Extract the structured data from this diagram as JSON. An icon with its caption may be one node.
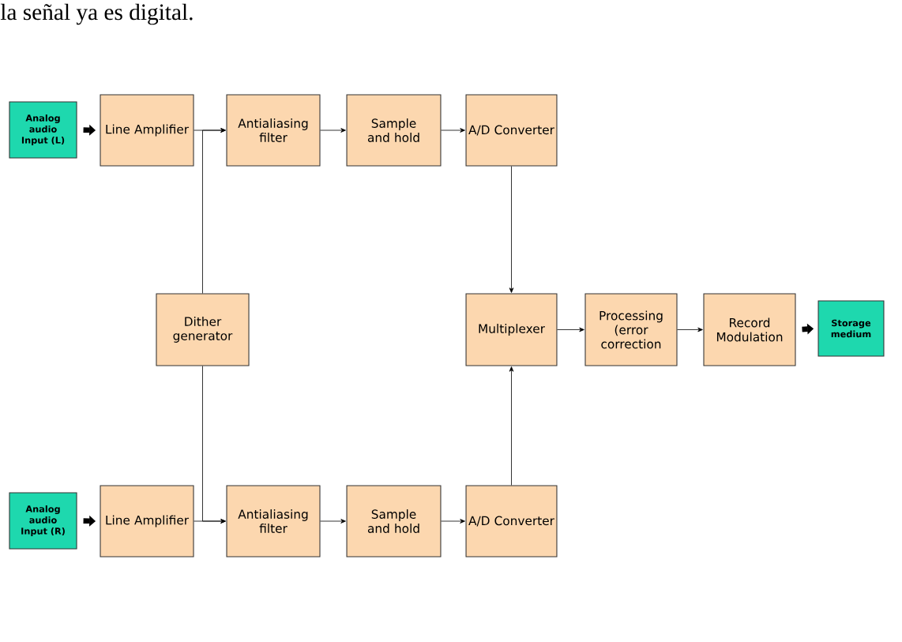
{
  "diagram": {
    "nodes": [
      {
        "text": [
          "Analog audio Input (L)"
        ]
      },
      {
        "text": [
          "Line Amplifier"
        ]
      },
      {
        "text": [
          "Antialiasing filter"
        ]
      },
      {
        "text": [
          "Sample and hold"
        ]
      },
      {
        "text": [
          "A/D Converter"
        ]
      },
      {
        "text": [
          "Dither generator"
        ]
      },
      {
        "text": [
          "Multiplexer"
        ]
      },
      {
        "text": [
          "Processing (error correction"
        ]
      },
      {
        "text": [
          "Record Modulation"
        ]
      },
      {
        "text": [
          "Storage medium"
        ]
      },
      {
        "text": [
          "Analog audio Input (R)"
        ]
      },
      {
        "text": [
          "Line Amplifier"
        ]
      },
      {
        "text": [
          "Antialiasing filter"
        ]
      },
      {
        "text": [
          "Sample and hold"
        ]
      },
      {
        "text": [
          "A/D Converter"
        ]
      }
    ],
    "edges": [
      {
        "from": 0,
        "to": 1,
        "arrow": "to",
        "style": "thick"
      },
      {
        "from": 1,
        "to": 2,
        "arrow": "to"
      },
      {
        "from": 5,
        "to": 2,
        "arrow": "to"
      },
      {
        "from": 2,
        "to": 3,
        "arrow": "to"
      },
      {
        "from": 3,
        "to": 4,
        "arrow": "to"
      },
      {
        "from": 4,
        "to": 6,
        "arrow": "to"
      },
      {
        "from": 6,
        "to": 7,
        "arrow": "to"
      },
      {
        "from": 7,
        "to": 8,
        "arrow": "to"
      },
      {
        "from": 8,
        "to": 9,
        "arrow": "to",
        "style": "thick"
      },
      {
        "from": 10,
        "to": 11,
        "arrow": "to",
        "style": "thick"
      },
      {
        "from": 11,
        "to": 12,
        "arrow": "to"
      },
      {
        "from": 5,
        "to": 12,
        "arrow": "to"
      },
      {
        "from": 12,
        "to": 13,
        "arrow": "to"
      },
      {
        "from": 13,
        "to": 14,
        "arrow": "to"
      },
      {
        "from": 14,
        "to": 6,
        "arrow": "to"
      }
    ],
    "labels": [
      "la señal ya es digital."
    ]
  }
}
